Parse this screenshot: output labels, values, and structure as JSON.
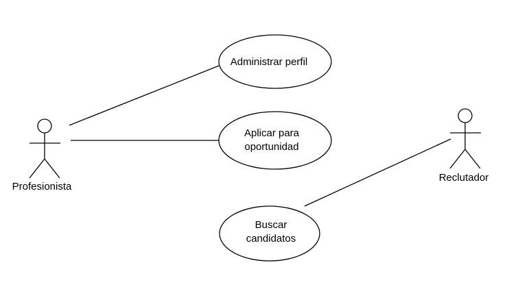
{
  "diagram": {
    "actors": {
      "profesionista": {
        "name": "Profesionista"
      },
      "reclutador": {
        "name": "Reclutador"
      }
    },
    "use_cases": {
      "administrar_perfil": {
        "lines": [
          "Administrar perfil"
        ]
      },
      "aplicar_oportunidad": {
        "lines": [
          "Aplicar para",
          "oportunidad"
        ]
      },
      "buscar_candidatos": {
        "lines": [
          "Buscar",
          "candidatos"
        ]
      }
    },
    "colors": {
      "stroke": "#000000",
      "background": "#ffffff"
    }
  }
}
